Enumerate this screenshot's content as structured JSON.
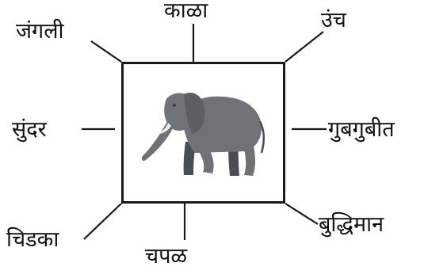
{
  "center_image": {
    "subject": "elephant",
    "colors": {
      "skin": "#6f7377",
      "skin_dark": "#4a4e52",
      "tusk": "#f1eee6"
    }
  },
  "words": {
    "top_left": "जंगली",
    "top": "काळा",
    "top_right": "उंच",
    "left": "सुंदर",
    "right": "गुबगुबीत",
    "bottom_left": "चिडका",
    "bottom": "चपळ",
    "bottom_right": "बुद्धिमान"
  },
  "colors": {
    "text": "#111111",
    "line": "#1a1a1a"
  }
}
